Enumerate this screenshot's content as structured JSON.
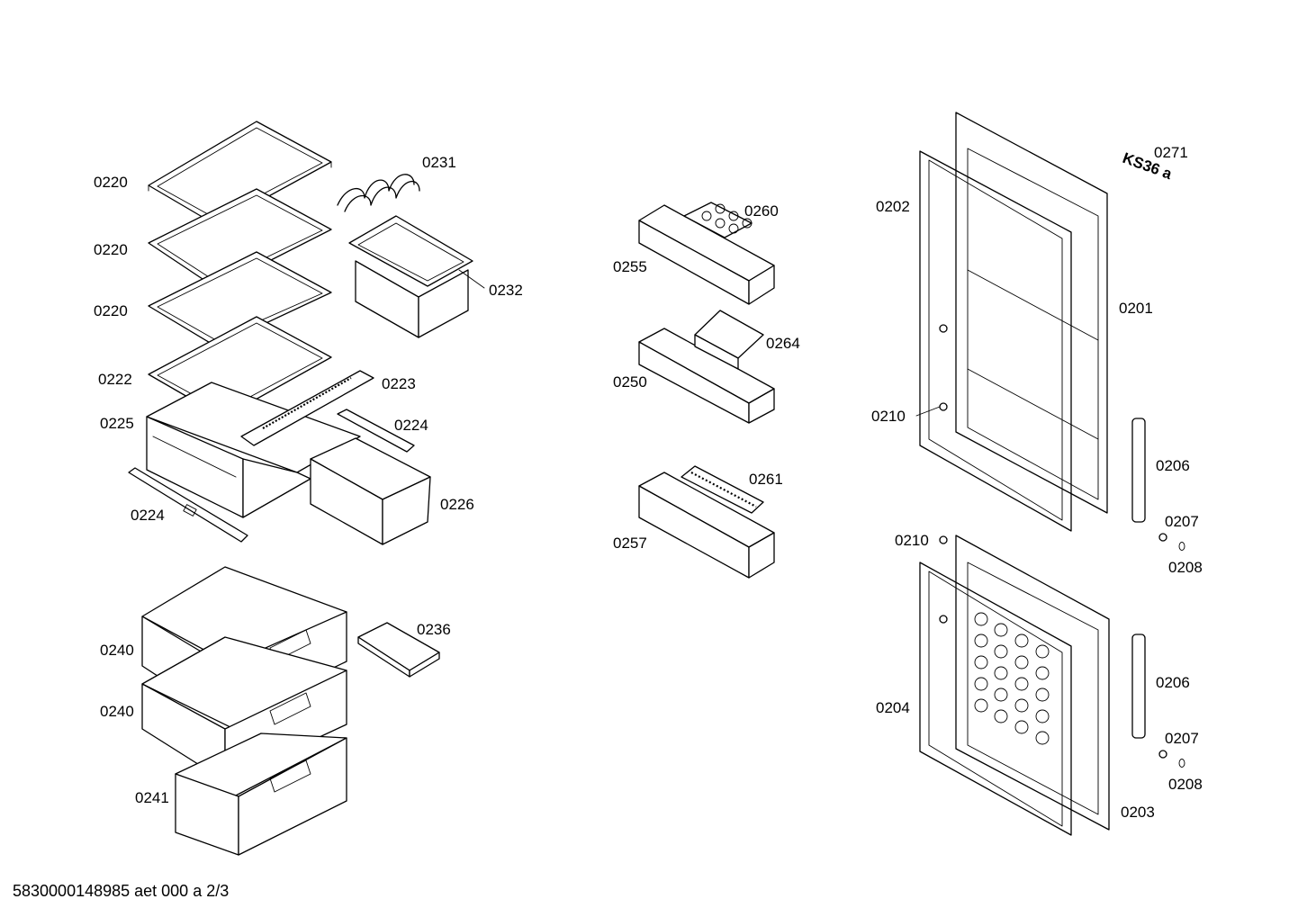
{
  "footer": "5830000148985 aet 000 a 2/3",
  "stamp_text": "KS36 a",
  "callouts": {
    "c0220a": "0220",
    "c0220b": "0220",
    "c0220c": "0220",
    "c0222": "0222",
    "c0225": "0225",
    "c0224a": "0224",
    "c0231": "0231",
    "c0232": "0232",
    "c0223": "0223",
    "c0224b": "0224",
    "c0226": "0226",
    "c0240a": "0240",
    "c0240b": "0240",
    "c0241": "0241",
    "c0236": "0236",
    "c0260": "0260",
    "c0255": "0255",
    "c0264": "0264",
    "c0250": "0250",
    "c0261": "0261",
    "c0257": "0257",
    "c0202": "0202",
    "c0271": "0271",
    "c0201": "0201",
    "c0210a": "0210",
    "c0206a": "0206",
    "c0207a": "0207",
    "c0208a": "0208",
    "c0210b": "0210",
    "c0206b": "0206",
    "c0204": "0204",
    "c0207b": "0207",
    "c0208b": "0208",
    "c0203": "0203"
  }
}
